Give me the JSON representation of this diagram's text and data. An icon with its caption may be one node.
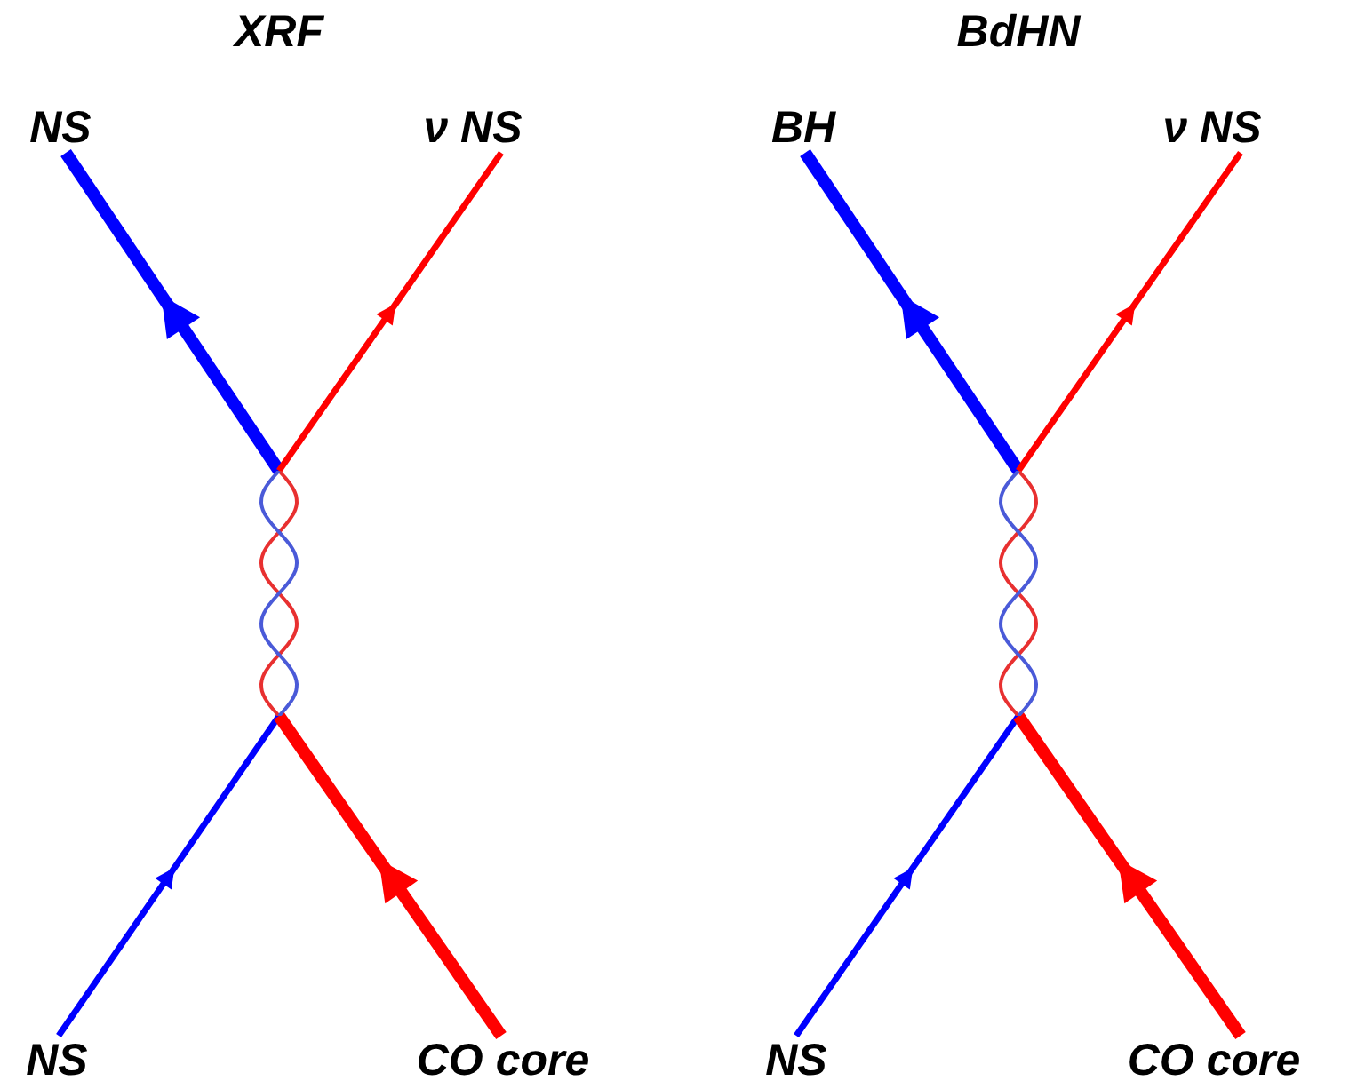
{
  "diagram": {
    "nodes": [
      {
        "text": [
          "NS"
        ]
      },
      {
        "text": [
          "ν NS"
        ]
      },
      {
        "text": [],
        "shape": "wave"
      },
      {
        "text": [
          "NS"
        ]
      },
      {
        "text": [
          "CO core"
        ]
      },
      {
        "text": [
          "BH"
        ]
      },
      {
        "text": [
          "ν NS"
        ]
      },
      {
        "text": [],
        "shape": "wave"
      },
      {
        "text": [
          "NS"
        ]
      },
      {
        "text": [
          "CO core"
        ]
      }
    ],
    "edges": [
      {
        "from": 3,
        "to": 2,
        "arrow": "to",
        "color": "#0000ff"
      },
      {
        "from": 4,
        "to": 2,
        "arrow": "to",
        "style": "thick",
        "color": "#ff0000"
      },
      {
        "from": 2,
        "to": 0,
        "arrow": "to",
        "style": "thick",
        "color": "#0000ff"
      },
      {
        "from": 2,
        "to": 1,
        "arrow": "to",
        "color": "#ff0000"
      },
      {
        "from": 8,
        "to": 7,
        "arrow": "to",
        "color": "#0000ff"
      },
      {
        "from": 9,
        "to": 7,
        "arrow": "to",
        "style": "thick",
        "color": "#ff0000"
      },
      {
        "from": 7,
        "to": 5,
        "arrow": "to",
        "style": "thick",
        "color": "#0000ff"
      },
      {
        "from": 7,
        "to": 6,
        "arrow": "to",
        "color": "#ff0000"
      }
    ],
    "labels": [
      "XRF",
      "BdHN"
    ]
  }
}
